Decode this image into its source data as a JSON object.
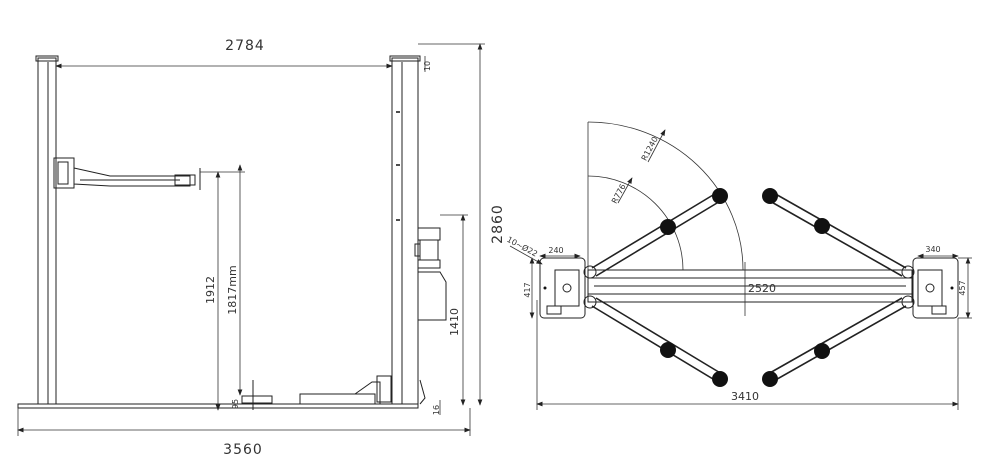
{
  "front_view": {
    "dims": {
      "inner_width": "2784",
      "overall_width": "3560",
      "overall_height": "2860",
      "max_lift_height": "1912",
      "lift_height_mm": "1817mm",
      "power_unit_height": "1410",
      "top_offset": "10",
      "base_offset": "16",
      "min_height": "95"
    }
  },
  "top_view": {
    "dims": {
      "base_width_left": "240",
      "base_depth_left": "417",
      "anchor_bolts": "10~Ø22",
      "radius_inner": "R776",
      "radius_outer": "R1240",
      "beam_length": "2520",
      "base_width_right": "340",
      "base_depth_right": "457",
      "overall_length": "3410"
    }
  }
}
